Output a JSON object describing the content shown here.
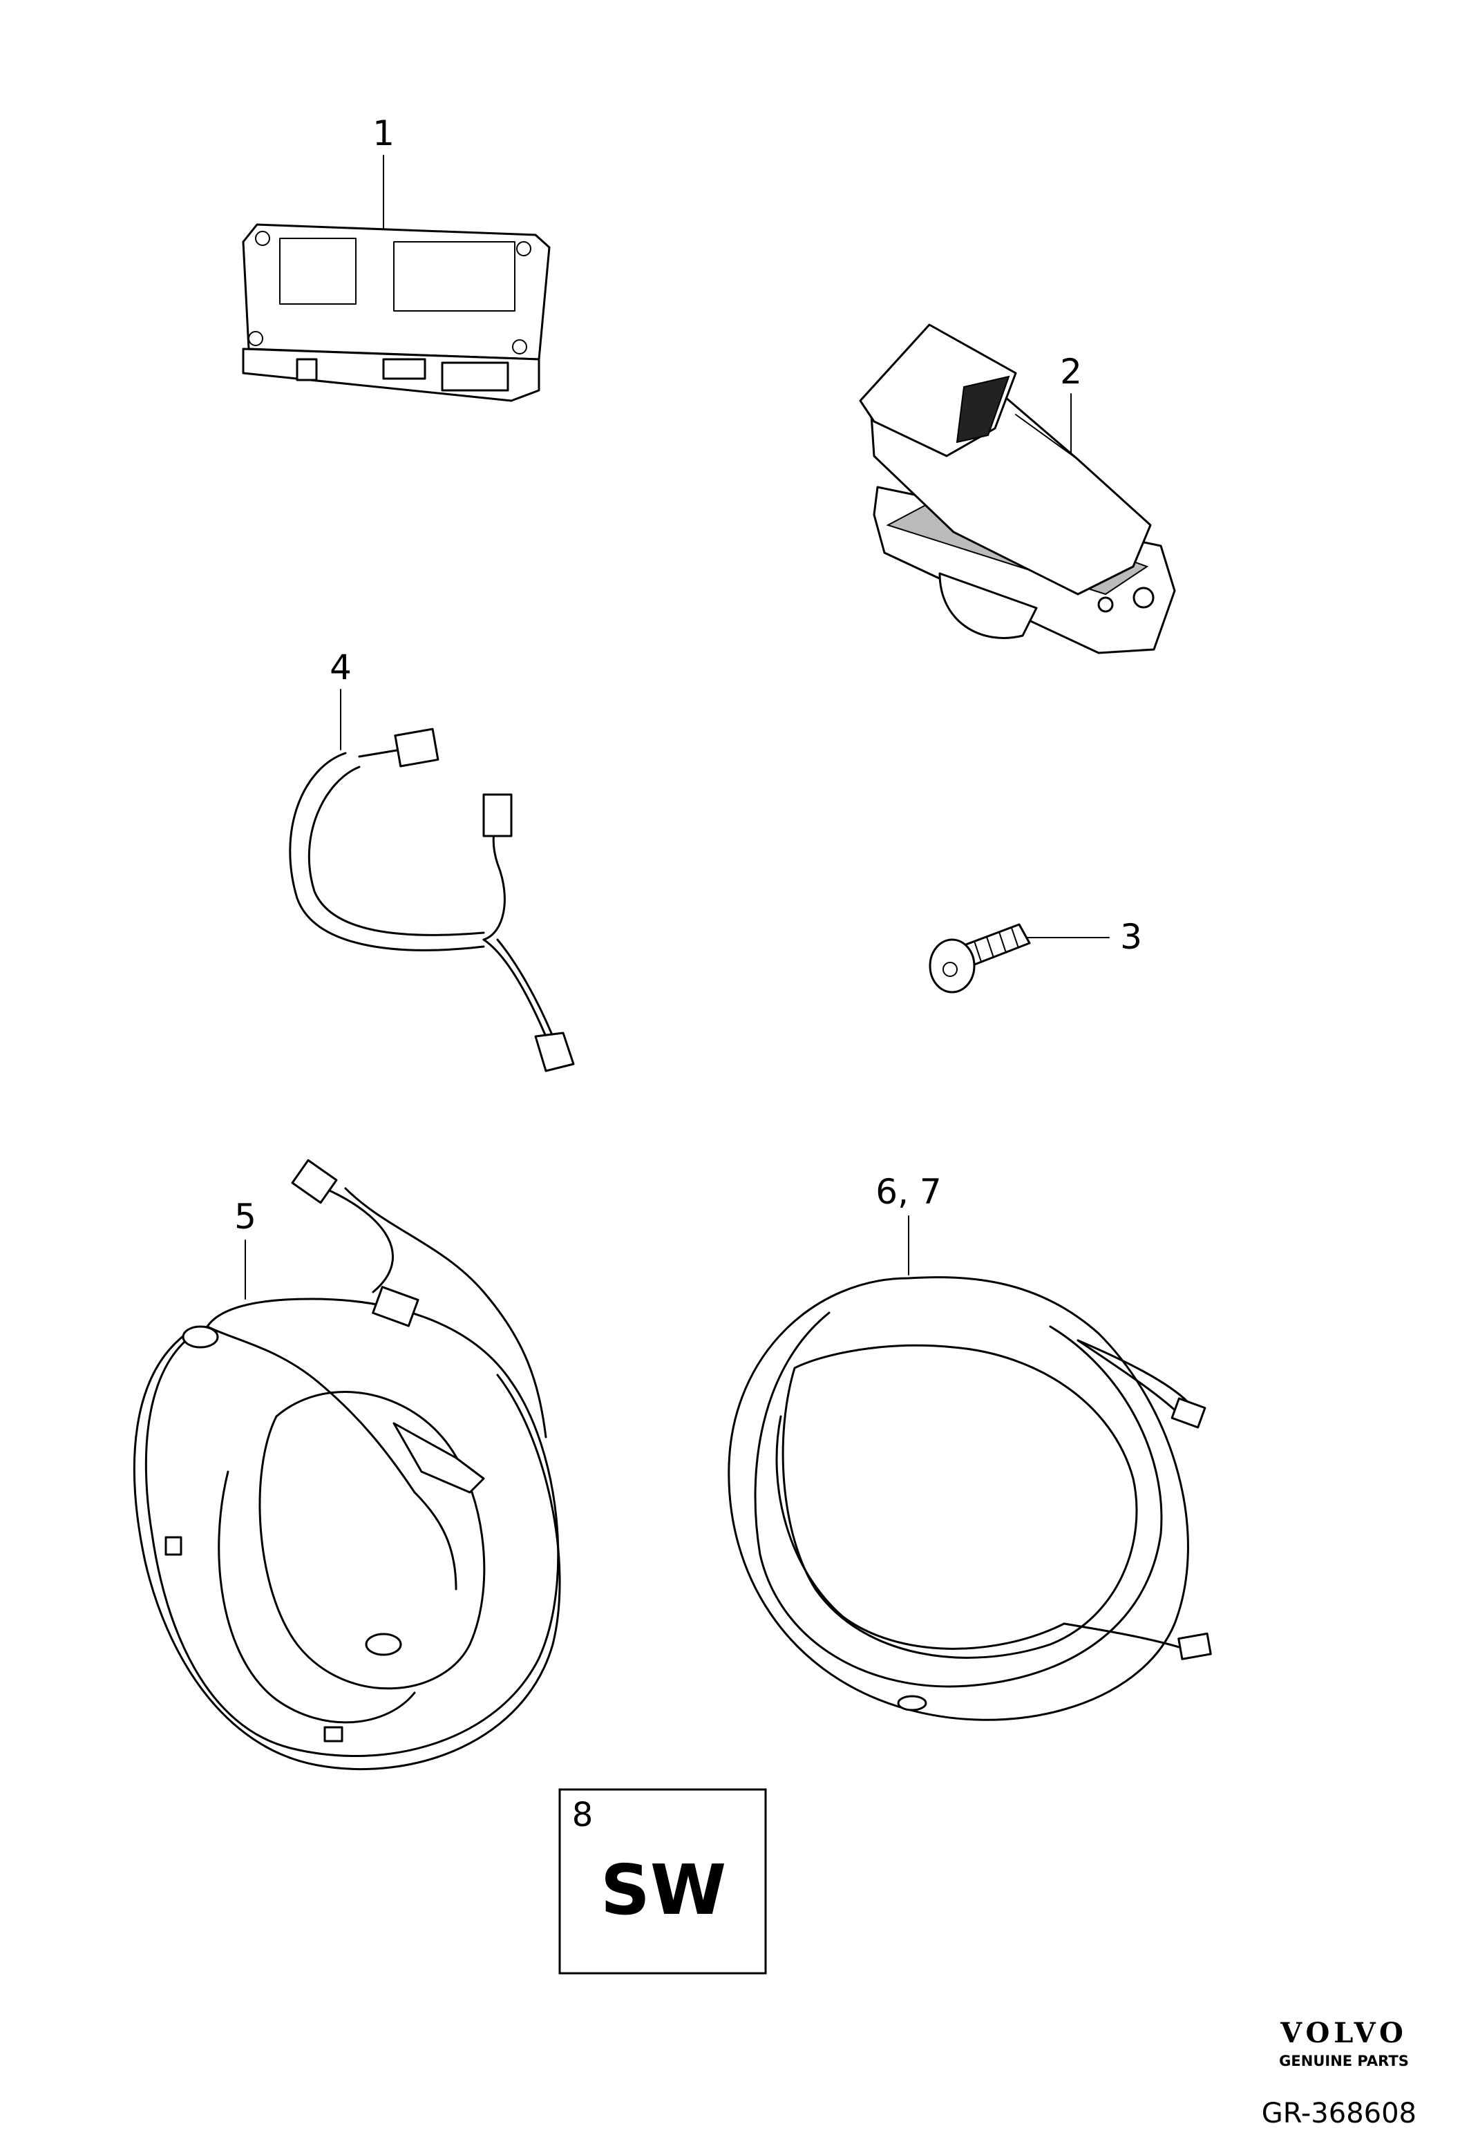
{
  "callouts": {
    "part1": "1",
    "part2": "2",
    "part3": "3",
    "part4": "4",
    "part5": "5",
    "part6_7": "6, 7",
    "part8": "8"
  },
  "software_box": {
    "text": "SW"
  },
  "logo": {
    "brand": "VOLVO",
    "subtitle": "GENUINE PARTS"
  },
  "diagram_ref": "GR-368608"
}
